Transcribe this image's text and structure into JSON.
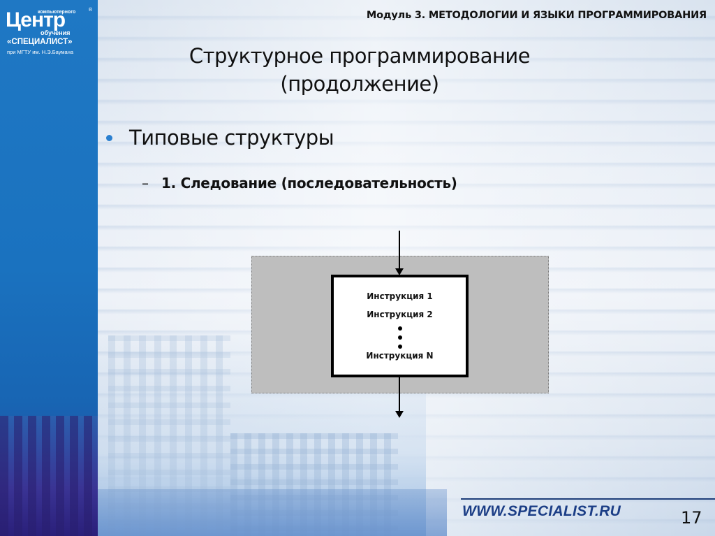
{
  "header": {
    "module": "Модуль 3. МЕТОДОЛОГИИ И ЯЗЫКИ ПРОГРАММИРОВАНИЯ"
  },
  "logo": {
    "top_small": "компьютерного",
    "main": "Центр",
    "subtitle": "обучения",
    "name": "«СПЕЦИАЛИСТ»",
    "affiliation": "при МГТУ им. Н.Э.Баумана",
    "registered_mark": "®"
  },
  "slide": {
    "title_line1": "Структурное программирование",
    "title_line2": "(продолжение)",
    "bullet": "Типовые структуры",
    "sub_dash": "–",
    "sub_item": "1. Следование (последовательность)"
  },
  "diagram": {
    "instructions": [
      "Инструкция 1",
      "Инструкция 2",
      "Инструкция N"
    ],
    "ellipsis_dots": 3,
    "colors": {
      "outer_fill": "#bebebe",
      "box_fill": "#ffffff",
      "box_border": "#000000"
    }
  },
  "footer": {
    "url": "WWW.SPECIALIST.RU",
    "page_number": "17"
  },
  "colors": {
    "sidebar_blue": "#1f78c4",
    "bullet_blue": "#2a7fd0",
    "footer_url": "#1c3e86"
  }
}
